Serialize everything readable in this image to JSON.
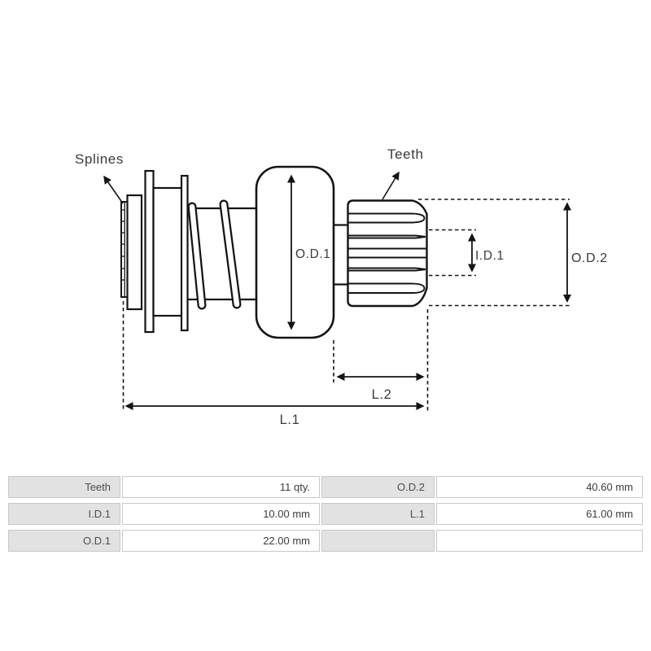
{
  "drawing": {
    "part_labels": {
      "splines": "Splines",
      "teeth": "Teeth"
    },
    "dimension_labels": {
      "od1": "O.D.1",
      "id1": "I.D.1",
      "od2": "O.D.2",
      "l1": "L.1",
      "l2": "L.2"
    },
    "line_color": "#141414"
  },
  "spec_table": {
    "label_bg": "#e2e2e2",
    "border_color": "#c9c9c9",
    "rows": [
      {
        "cells": [
          {
            "label": "Teeth",
            "value": "11 qty."
          },
          {
            "label": "O.D.2",
            "value": "40.60 mm"
          }
        ]
      },
      {
        "cells": [
          {
            "label": "I.D.1",
            "value": "10.00 mm"
          },
          {
            "label": "L.1",
            "value": "61.00 mm"
          }
        ]
      },
      {
        "cells": [
          {
            "label": "O.D.1",
            "value": "22.00 mm"
          },
          {
            "label": "",
            "value": ""
          }
        ]
      }
    ]
  }
}
